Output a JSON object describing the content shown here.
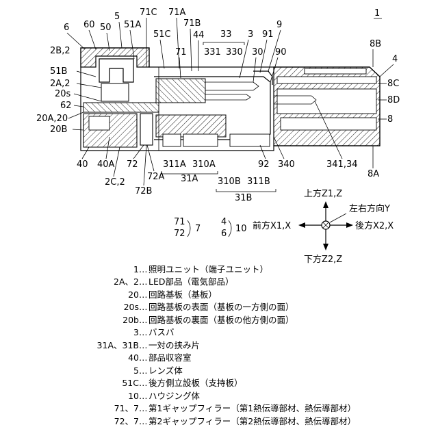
{
  "figure_number": "1",
  "part_labels": [
    "6",
    "60",
    "50",
    "5",
    "71C",
    "71A",
    "51A",
    "51C",
    "71B",
    "44",
    "33",
    "331",
    "330",
    "3",
    "91",
    "9",
    "8B",
    "4",
    "2B,2",
    "51B",
    "71",
    "30",
    "90",
    "8C",
    "2A,2",
    "20s",
    "8D",
    "62",
    "20A,20",
    "8",
    "20B",
    "40",
    "40A",
    "72",
    "311A",
    "310A",
    "92",
    "340",
    "341,34",
    "8A",
    "2C,2",
    "72A",
    "31A",
    "310B",
    "311B",
    "72B",
    "31B"
  ],
  "directions": {
    "up": "上方Z1,Z",
    "lr": "左右方向Y",
    "front": "前方X1,X",
    "back": "後方X2,X",
    "down": "下方Z2,Z"
  },
  "groups": {
    "g7": {
      "top": "71",
      "bottom": "72",
      "name": "7"
    },
    "g10": {
      "top": "4",
      "bottom": "6",
      "name": "10"
    }
  },
  "legend": [
    {
      "key": "1",
      "text": "照明ユニット（端子ユニット）"
    },
    {
      "key": "2A、2",
      "text": "LED部品（電気部品）"
    },
    {
      "key": "20",
      "text": "回路基板（基板）"
    },
    {
      "key": "20s",
      "text": "回路基板の表面（基板の一方側の面）"
    },
    {
      "key": "20b",
      "text": "回路基板の裏面（基板の他方側の面）"
    },
    {
      "key": "3",
      "text": "バスバ"
    },
    {
      "key": "31A、31B",
      "text": "一対の挟み片"
    },
    {
      "key": "40",
      "text": "部品収容室"
    },
    {
      "key": "5",
      "text": "レンズ体"
    },
    {
      "key": "51C",
      "text": "後方側立設板（支持板）"
    },
    {
      "key": "10",
      "text": "ハウジング体"
    },
    {
      "key": "71、7",
      "text": "第1ギャップフィラー（第1熱伝導部材、熱伝導部材）"
    },
    {
      "key": "72、7",
      "text": "第2ギャップフィラー（第2熱伝導部材、熱伝導部材）"
    }
  ],
  "legend_separator": "…"
}
